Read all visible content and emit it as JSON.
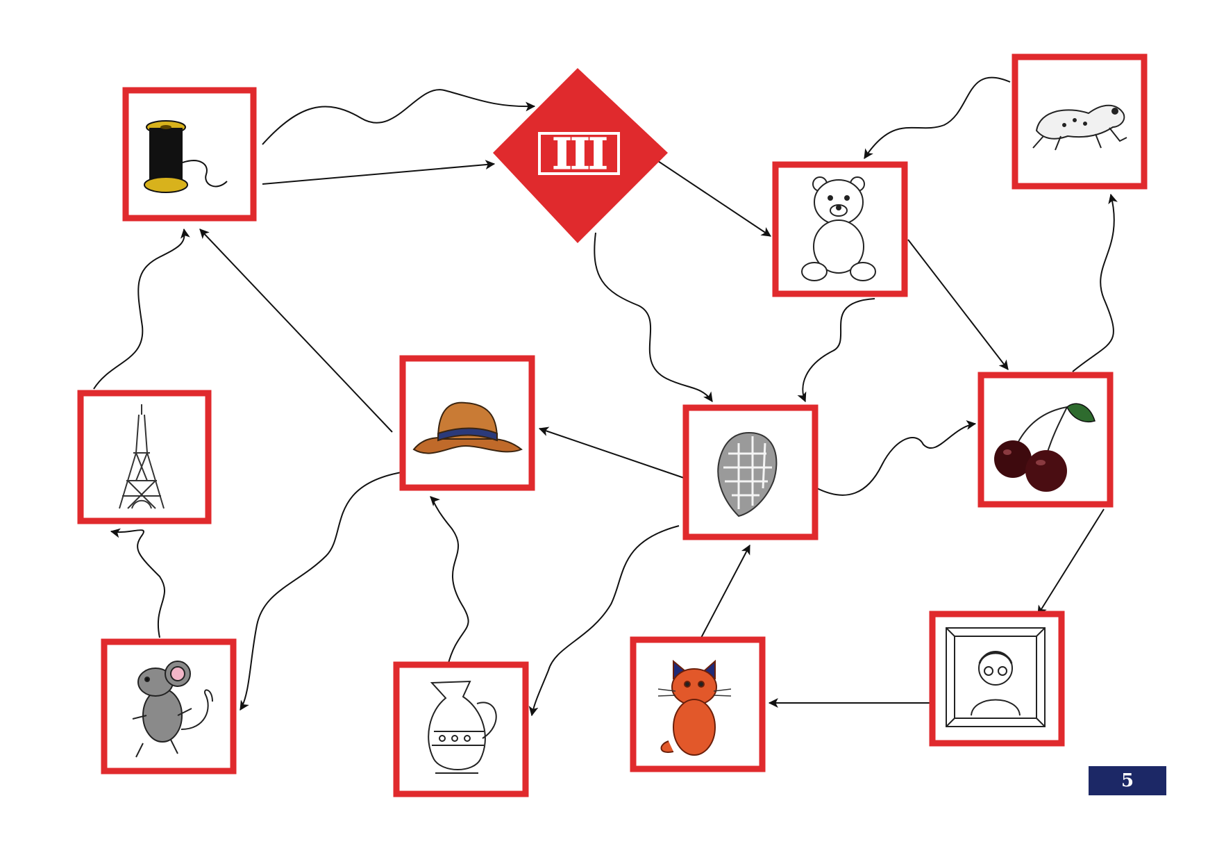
{
  "start_marker": {
    "label": "III",
    "color": "#e02a2d"
  },
  "frame_color": "#e02a2d",
  "page_number": "5",
  "page_badge_color": "#1c2866",
  "cards": [
    {
      "id": "spool",
      "icon": "thread-spool-icon"
    },
    {
      "id": "frog",
      "icon": "frog-icon"
    },
    {
      "id": "bear",
      "icon": "teddy-bear-icon"
    },
    {
      "id": "eiffel",
      "icon": "eiffel-tower-icon"
    },
    {
      "id": "hat",
      "icon": "hat-icon"
    },
    {
      "id": "hops",
      "icon": "hop-cone-icon"
    },
    {
      "id": "cherry",
      "icon": "cherries-icon"
    },
    {
      "id": "mouse",
      "icon": "mouse-icon"
    },
    {
      "id": "jug",
      "icon": "jug-icon"
    },
    {
      "id": "cat",
      "icon": "cat-icon"
    },
    {
      "id": "grandma",
      "icon": "grandmother-portrait-icon"
    }
  ],
  "connections": [
    {
      "from": "spool",
      "to": "start",
      "style": "wavy"
    },
    {
      "from": "spool",
      "to": "start",
      "style": "straight"
    },
    {
      "from": "start",
      "to": "bear",
      "style": "straight"
    },
    {
      "from": "start",
      "to": "hops",
      "style": "wavy"
    },
    {
      "from": "frog",
      "to": "bear",
      "style": "wavy"
    },
    {
      "from": "bear",
      "to": "cherry",
      "style": "straight"
    },
    {
      "from": "bear",
      "to": "hops",
      "style": "wavy"
    },
    {
      "from": "cherry",
      "to": "frog",
      "style": "wavy"
    },
    {
      "from": "hops",
      "to": "cherry",
      "style": "wavy"
    },
    {
      "from": "hops",
      "to": "hat",
      "style": "straight"
    },
    {
      "from": "hops",
      "to": "jug",
      "style": "wavy"
    },
    {
      "from": "hat",
      "to": "spool",
      "style": "straight"
    },
    {
      "from": "hat",
      "to": "mouse",
      "style": "wavy"
    },
    {
      "from": "eiffel",
      "to": "spool",
      "style": "wavy"
    },
    {
      "from": "mouse",
      "to": "eiffel",
      "style": "wavy"
    },
    {
      "from": "jug",
      "to": "hat",
      "style": "wavy"
    },
    {
      "from": "cherry",
      "to": "grandma",
      "style": "straight"
    },
    {
      "from": "grandma",
      "to": "cat",
      "style": "straight"
    },
    {
      "from": "cat",
      "to": "hops",
      "style": "straight"
    }
  ]
}
